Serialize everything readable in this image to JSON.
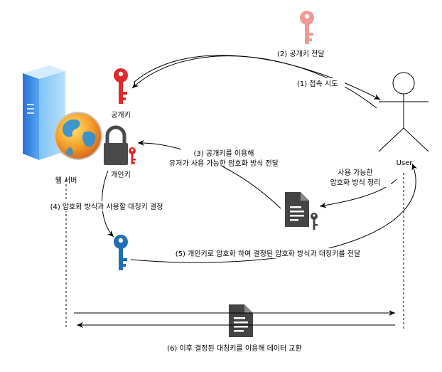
{
  "labels": {
    "public_key": "공개키",
    "private_key": "개인키",
    "web_server": "웹 서버",
    "user": "User",
    "step1": "(1) 접속 시도",
    "step2": "(2) 공개키 전달",
    "step3_line1": "(3) 공개키를 이용해",
    "step3_line2": "유저가 사용 가능한 암호화 방식 전달",
    "available_line1": "사용 가능한",
    "available_line2": "암호화 방식 정리",
    "step4": "(4) 암호화 방식과 사용할 대칭키 결정",
    "step5": "(5) 개인키로 암호화 하여 결정된 암호화 방식과 대칭키를 전달",
    "step6": "(6) 이후 결정된 대칭키를 이용해 데이터 교환"
  },
  "icons": {
    "server": "server-icon",
    "globe": "globe-icon",
    "lock": "padlock-icon",
    "key": "key-icon",
    "document": "document-icon",
    "user": "stick-figure-icon"
  },
  "colors": {
    "public_key_red": "#e0282a",
    "public_key_faded": "#ef9a98",
    "lock_dark": "#4a4a4a",
    "symmetric_key_blue": "#1f6fb2",
    "document_dark": "#444444",
    "server_blue": "#2f7fd8",
    "globe_orange": "#f28c1e"
  }
}
